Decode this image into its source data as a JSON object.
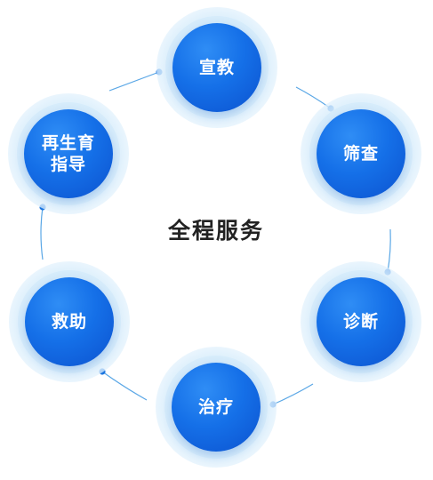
{
  "title": "全程服务",
  "steps": [
    {
      "label": "宣教"
    },
    {
      "label": "筛查"
    },
    {
      "label": "诊断"
    },
    {
      "label": "治疗"
    },
    {
      "label": "救助"
    },
    {
      "label": "再生育\n指导"
    }
  ],
  "colors": {
    "core": "#1570e8",
    "halo": "#d6ecfb",
    "connector": "#5aa7e6",
    "dot": "#1b75e0",
    "title": "#222222"
  }
}
